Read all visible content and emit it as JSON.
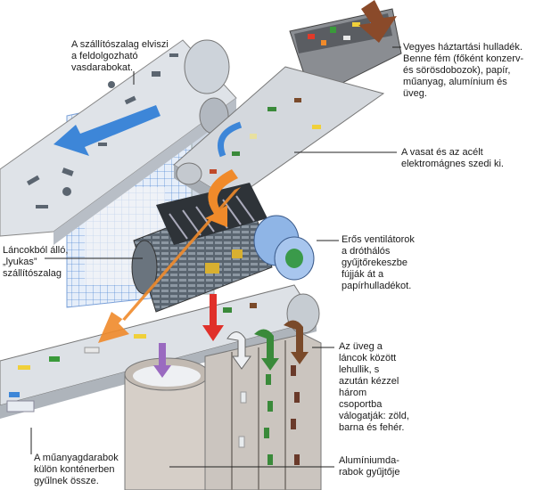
{
  "labels": {
    "magnet_belt": [
      "A szállítószalag elviszi",
      "a feldolgozható",
      "vasdarabokat."
    ],
    "mixed_waste": [
      "Vegyes háztartási hulladék.",
      "Benne fém (főként konzerv-",
      "és sörösdobozok), papír,",
      "műanyag, alumínium és",
      "üveg."
    ],
    "magnet": [
      "A vasat és az acélt",
      "elektromágnes szedi ki."
    ],
    "fans": [
      "Erős ventilátorok",
      "a dróthálós",
      "gyűjtőrekeszbe",
      "fújják át a",
      "papírhulladékot."
    ],
    "chain_belt": [
      "Láncokból álló,",
      "„lyukas”",
      "szállítószalag"
    ],
    "glass": [
      "Az üveg a",
      "láncok között",
      "lehullik, s",
      "azután kézzel",
      "három",
      "csoportba",
      "válogatják: zöld,",
      "barna és fehér."
    ],
    "aluminium": [
      "Alumíniumda-",
      "rabok gyűjtője"
    ],
    "plastic": [
      "A műanyagdarabok",
      "külön konténerben",
      "gyűlnek össze."
    ]
  },
  "colors": {
    "belt": "#d9dde2",
    "mesh": "#5a8fd6",
    "hopper": "#8a8d92",
    "chain": "#4a5560",
    "arrow_orange": "#f08a2a",
    "arrow_blue": "#3d86d8",
    "arrow_green": "#3a8a3a",
    "arrow_brown": "#7a4a2a",
    "arrow_red": "#e0302a",
    "arrow_purple": "#9a6ac0",
    "column": "#c9c4be"
  }
}
